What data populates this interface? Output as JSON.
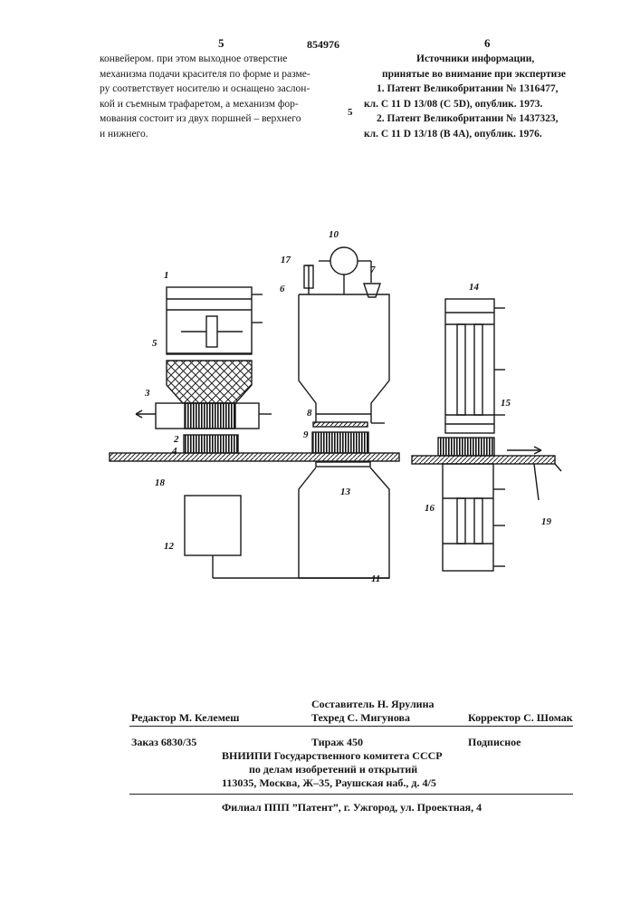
{
  "header": {
    "page_left": "5",
    "patent_number": "854976",
    "page_right": "6"
  },
  "left_column": {
    "lines": [
      "конвейером.   при этом выходное отверстие",
      "механизма подачи красителя по форме и разме-",
      "ру соответствует носителю и оснащено заслон-",
      "кой и съемным трафаретом, а механизм фор-",
      "мования состоит из двух поршней – верхнего",
      "и нижнего."
    ]
  },
  "margin_marker": "5",
  "right_column": {
    "title_lines": [
      "Источники информации,",
      "принятые во внимание при экспертизе"
    ],
    "references": [
      "1. Патент Великобритании № 1316477,",
      "кл. С 11 D 13/08 (С 5D), опублик. 1973.",
      "2. Патент Великобритании № 1437323,",
      "кл. С 11 D 13/18 (В 4А), опублик. 1976."
    ]
  },
  "figure": {
    "labels": [
      "1",
      "2",
      "3",
      "4",
      "5",
      "6",
      "7",
      "8",
      "9",
      "10",
      "11",
      "12",
      "13",
      "14",
      "15",
      "16",
      "17",
      "18",
      "19"
    ]
  },
  "footer": {
    "editor": "Редактор  М. Келемеш",
    "compiler": "Составитель  Н. Ярулина",
    "techred": "Техред  С. Мигунова",
    "corrector": "Корректор  С. Шомак",
    "order": "Заказ 6830/35",
    "circulation": "Тираж  450",
    "subscription": "Подписное",
    "org_line1": "ВНИИПИ Государственного комитета СССР",
    "org_line2": "по делам изобретений и открытий",
    "org_line3": "113035, Москва, Ж–35, Раушская наб., д. 4/5",
    "branch": "Филиал ППП ”Патент”, г. Ужгород, ул. Проектная, 4"
  }
}
